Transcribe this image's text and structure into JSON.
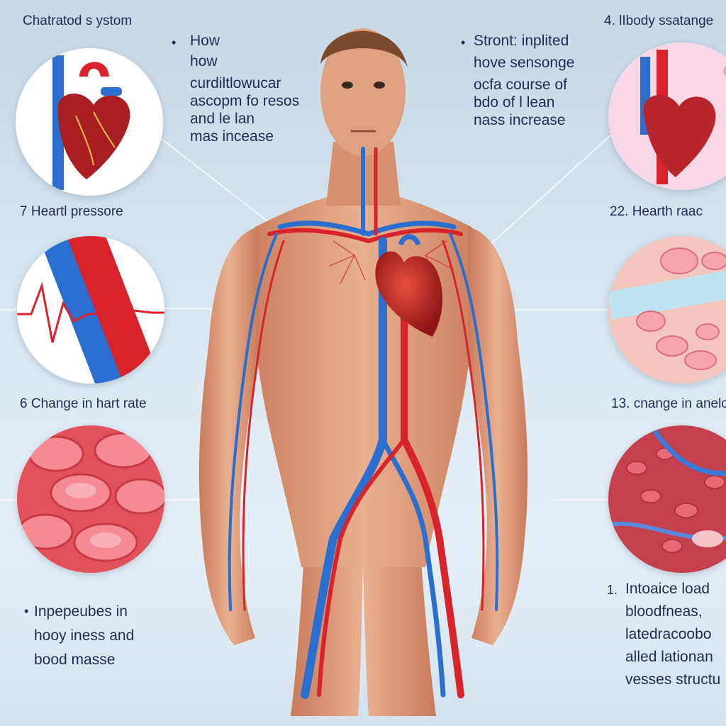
{
  "left_top_title": "Chatratod s ystom",
  "right_top_title": "4.  lIbody ssatange",
  "center_left_text": {
    "bullet": "•",
    "lines": [
      "How",
      "how",
      "curdiltlowucar",
      "ascopm fo resos",
      "and le lan",
      "mas incease"
    ]
  },
  "center_right_text": {
    "bullet": "•",
    "lines": [
      "Stront: inplited",
      "hove sensonge",
      "ocfa course of",
      "bdo of l lean",
      "nass increase"
    ]
  },
  "labels": {
    "left_2": "7  Heartl pressore",
    "right_2": "22. Hearth raac",
    "left_3": "6  Change in hart rate",
    "right_3": "13.  cnange in anelc"
  },
  "bottom_left_text": {
    "bullet": "•",
    "lines": [
      "Inpepeubes in",
      "hooy iness and",
      "bood masse"
    ]
  },
  "bottom_right_text": {
    "bullet": "1.",
    "lines": [
      "Intoaice load",
      "bloodfneas,",
      "latedracoobo",
      "alled lationan",
      "vesses structu"
    ]
  },
  "colors": {
    "artery": "#d8232a",
    "vein": "#2a6fd0",
    "skin": "#e2a07c",
    "heart": "#b81f24"
  }
}
